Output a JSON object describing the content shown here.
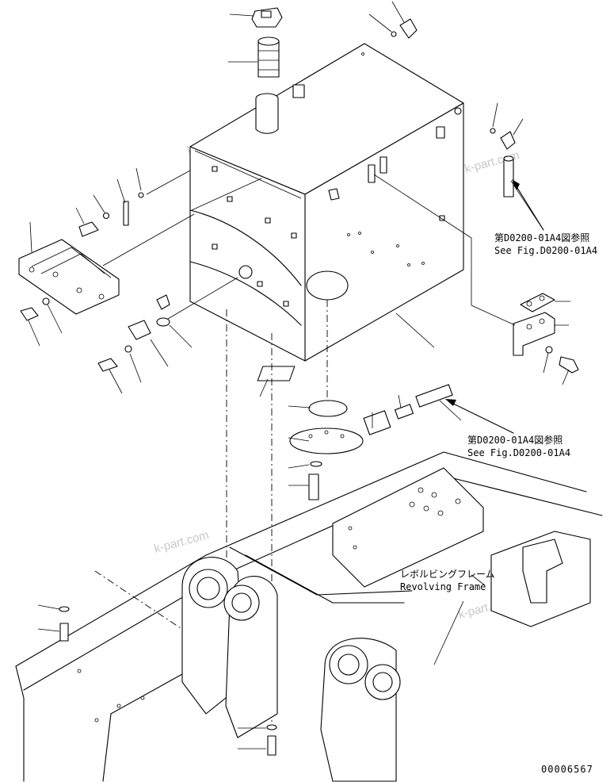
{
  "drawing_number": "00006567",
  "references": [
    {
      "jp": "第D0200-01A4図参照",
      "en": "See Fig.D0200-01A4"
    },
    {
      "jp": "第D0200-01A4図参照",
      "en": "See Fig.D0200-01A4"
    }
  ],
  "frame_label": {
    "jp": "レボルビングフレーム",
    "en": "Revolving Frame"
  },
  "watermark": "k-part.com"
}
